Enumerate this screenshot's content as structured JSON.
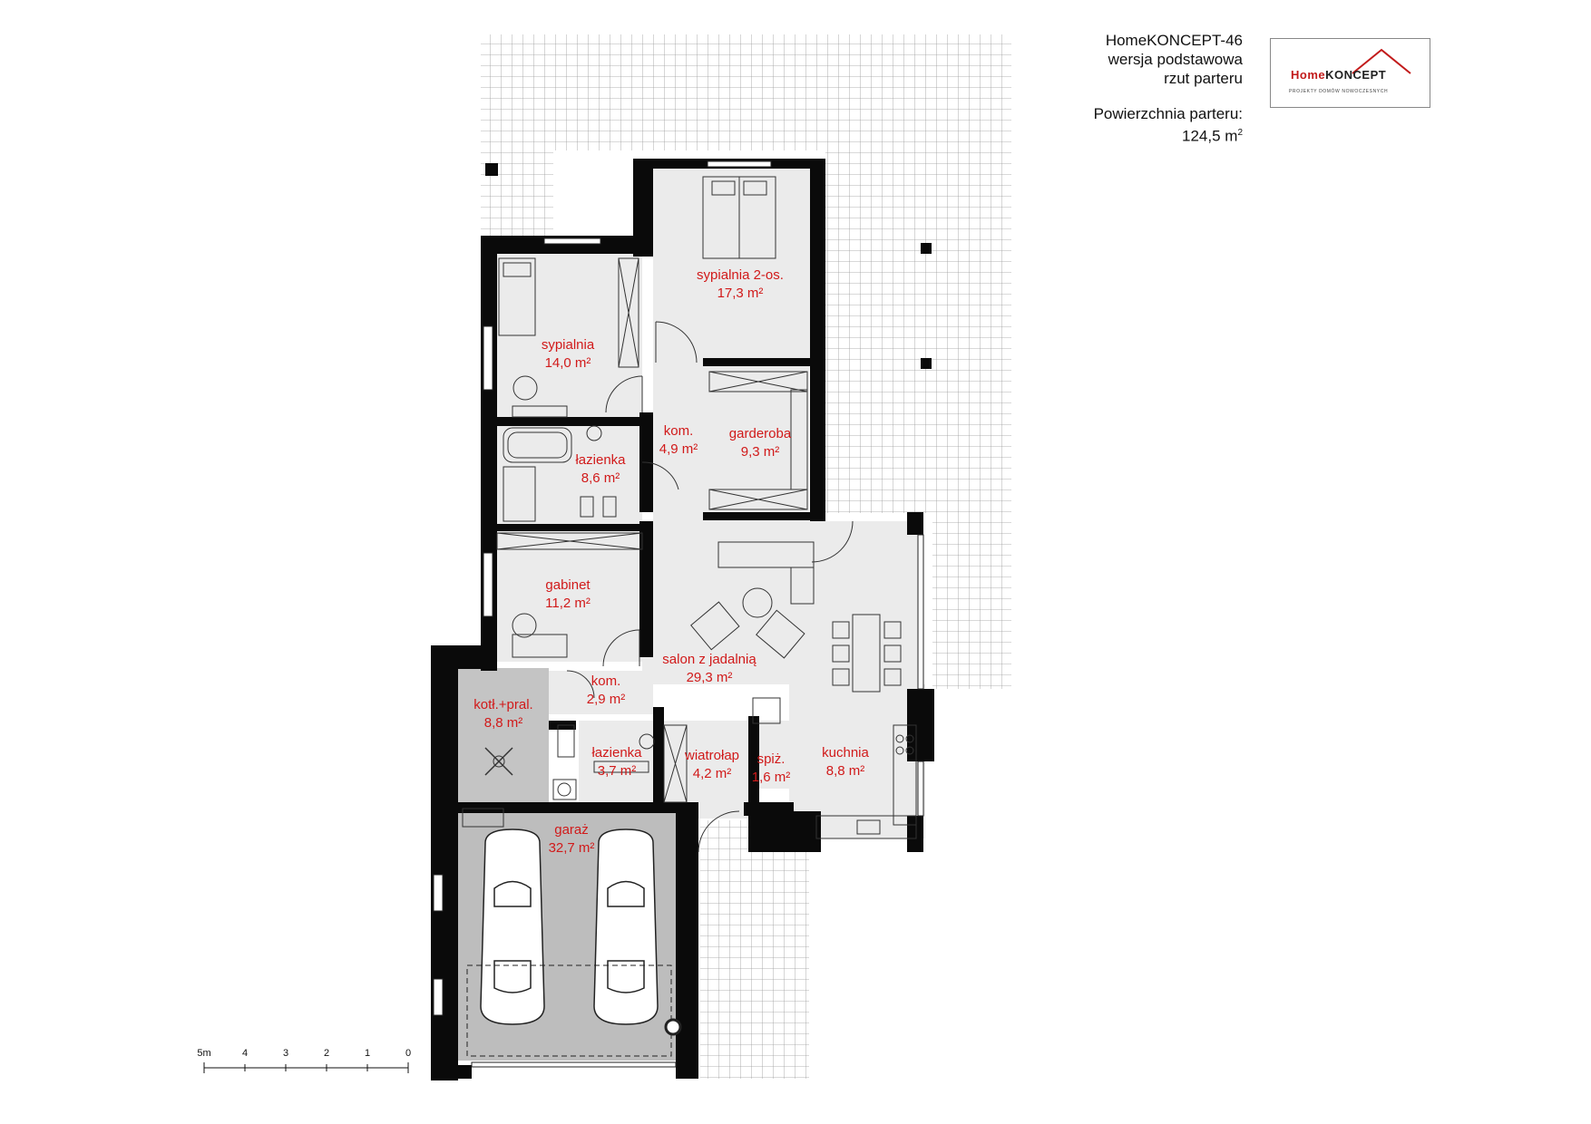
{
  "header": {
    "project": "HomeKONCEPT-46",
    "variant": "wersja podstawowa",
    "view": "rzut parteru",
    "area_label": "Powierzchnia parteru:",
    "area_value": "124,5 m",
    "area_sup": "2"
  },
  "logo": {
    "brand_a": "Home",
    "brand_b": "KONCEPT",
    "tagline": "PROJEKTY DOMÓW NOWOCZESNYCH"
  },
  "rooms": {
    "sypialnia_2os": {
      "name": "sypialnia 2-os.",
      "area": "17,3 m²"
    },
    "sypialnia": {
      "name": "sypialnia",
      "area": "14,0 m²"
    },
    "kom1": {
      "name": "kom.",
      "area": "4,9 m²"
    },
    "garderoba": {
      "name": "garderoba",
      "area": "9,3 m²"
    },
    "lazienka1": {
      "name": "łazienka",
      "area": "8,6 m²"
    },
    "gabinet": {
      "name": "gabinet",
      "area": "11,2 m²"
    },
    "salon": {
      "name": "salon z jadalnią",
      "area": "29,3 m²"
    },
    "kom2": {
      "name": "kom.",
      "area": "2,9 m²"
    },
    "kotl": {
      "name": "kotł.+pral.",
      "area": "8,8 m²"
    },
    "lazienka2": {
      "name": "łazienka",
      "area": "3,7 m²"
    },
    "wiatrolap": {
      "name": "wiatrołap",
      "area": "4,2 m²"
    },
    "spiz": {
      "name": "spiż.",
      "area": "1,6 m²"
    },
    "kuchnia": {
      "name": "kuchnia",
      "area": "8,8 m²"
    },
    "garaz": {
      "name": "garaż",
      "area": "32,7 m²"
    }
  },
  "scale": {
    "ticks": [
      "0",
      "1",
      "2",
      "3",
      "4",
      "5m"
    ]
  }
}
